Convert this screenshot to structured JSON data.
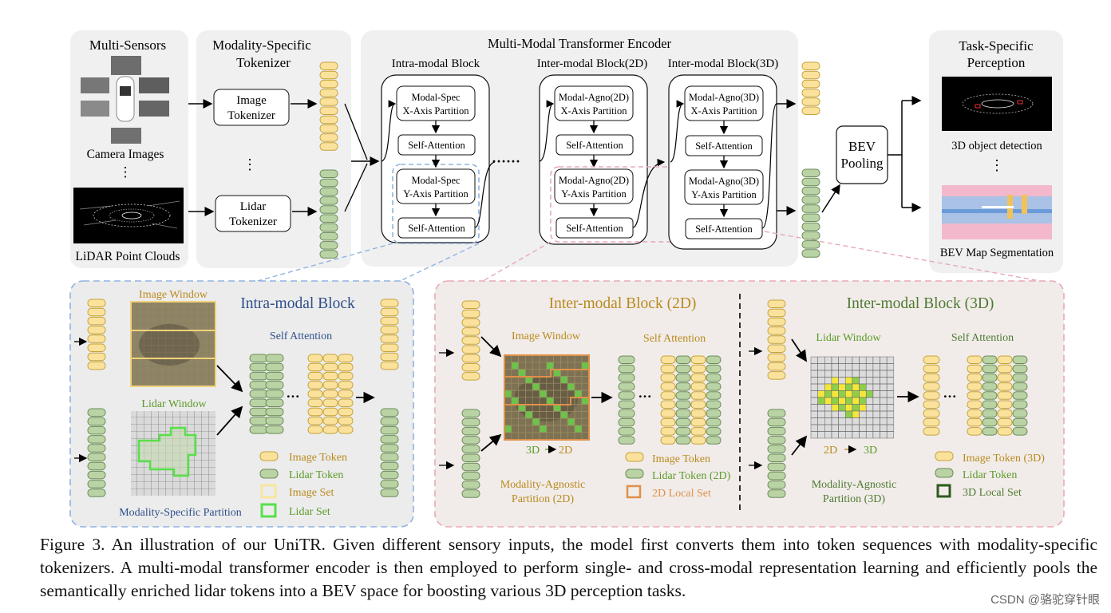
{
  "sensors": {
    "title": "Multi-Sensors",
    "camera_label": "Camera Images",
    "dots": "⋮",
    "lidar_label": "LiDAR Point Clouds"
  },
  "tokenizer": {
    "title_1": "Modality-Specific",
    "title_2": "Tokenizer",
    "image_1": "Image",
    "image_2": "Tokenizer",
    "dots": "⋮",
    "lidar_1": "Lidar",
    "lidar_2": "Tokenizer"
  },
  "encoder": {
    "title": "Multi-Modal Transformer Encoder",
    "intra": {
      "title": "Intra-modal Block",
      "b1_1": "Modal-Spec",
      "b1_2": "X-Axis Partition",
      "b2": "Self-Attention",
      "b3_1": "Modal-Spec",
      "b3_2": "Y-Axis Partition",
      "b4": "Self-Attention"
    },
    "inter2d": {
      "title": "Inter-modal Block(2D)",
      "b1_1": "Modal-Agno(2D)",
      "b1_2": "X-Axis Partition",
      "b2": "Self-Attention",
      "b3_1": "Modal-Agno(2D)",
      "b3_2": "Y-Axis Partition",
      "b4": "Self-Attention"
    },
    "inter3d": {
      "title": "Inter-modal Block(3D)",
      "b1_1": "Modal-Agno(3D)",
      "b1_2": "X-Axis Partition",
      "b2": "Self-Attention",
      "b3_1": "Modal-Agno(3D)",
      "b3_2": "Y-Axis Partition",
      "b4": "Self-Attention"
    },
    "dots": "······"
  },
  "bev": {
    "l1": "BEV",
    "l2": "Pooling"
  },
  "task": {
    "title_1": "Task-Specific",
    "title_2": "Perception",
    "det": "3D object detection",
    "dots": "⋮",
    "seg": "BEV Map Segmentation"
  },
  "intra_detail": {
    "title": "Intra-modal Block",
    "image_window": "Image Window",
    "lidar_window": "Lidar Window",
    "self_attention": "Self Attention",
    "dots": "···",
    "legend_image": "Image Token",
    "legend_lidar": "Lidar Token",
    "legend_image_set": "Image Set",
    "legend_lidar_set": "Lidar Set",
    "partition": "Modality-Specific Partition"
  },
  "inter_detail": {
    "title_2d": "Inter-modal Block (2D)",
    "image_window": "Image Window",
    "self_attention_2d": "Self Attention",
    "mapping_2d_a": "3D",
    "mapping_2d_b": "2D",
    "partition_2d_1": "Modality-Agnostic",
    "partition_2d_2": "Partition (2D)",
    "legend_image": "Image Token",
    "legend_lidar_2d": "Lidar Token (2D)",
    "legend_local_2d": "2D Local Set",
    "title_3d": "Inter-modal Block (3D)",
    "lidar_window": "Lidar Window",
    "self_attention_3d": "Self Attention",
    "mapping_3d_a": "2D",
    "mapping_3d_b": "3D",
    "partition_3d_1": "Modality-Agnostic",
    "partition_3d_2": "Partition (3D)",
    "legend_image_3d": "Image Token (3D)",
    "legend_lidar": "Lidar Token",
    "legend_local_3d": "3D Local Set",
    "dots": "···"
  },
  "caption": "Figure 3. An illustration of our UniTR. Given different sensory inputs, the model first converts them into token sequences with modality-specific tokenizers. A multi-modal transformer encoder is then employed to perform single- and cross-modal representation learning and efficiently pools the semantically enriched lidar tokens into a BEV space for boosting various 3D perception tasks.",
  "watermark": "CSDN @骆驼穿针眼",
  "colors": {
    "image_token": "#fbe29c",
    "image_token_stroke": "#c4a23a",
    "lidar_token": "#b9d3a5",
    "lidar_token_stroke": "#6b8b58",
    "panel": "#f0f0f0",
    "intra_border": "#8fb3e0",
    "inter_border": "#e8a9b8",
    "intra_title": "#2e4f8a",
    "image_label": "#b98a1e",
    "lidar_label": "#5d9b2a",
    "inter3d_title": "#4f7a32",
    "local_set_2d": "#e0904a",
    "local_set_3d": "#2f5a1f",
    "lidar_set": "#57e04a"
  }
}
